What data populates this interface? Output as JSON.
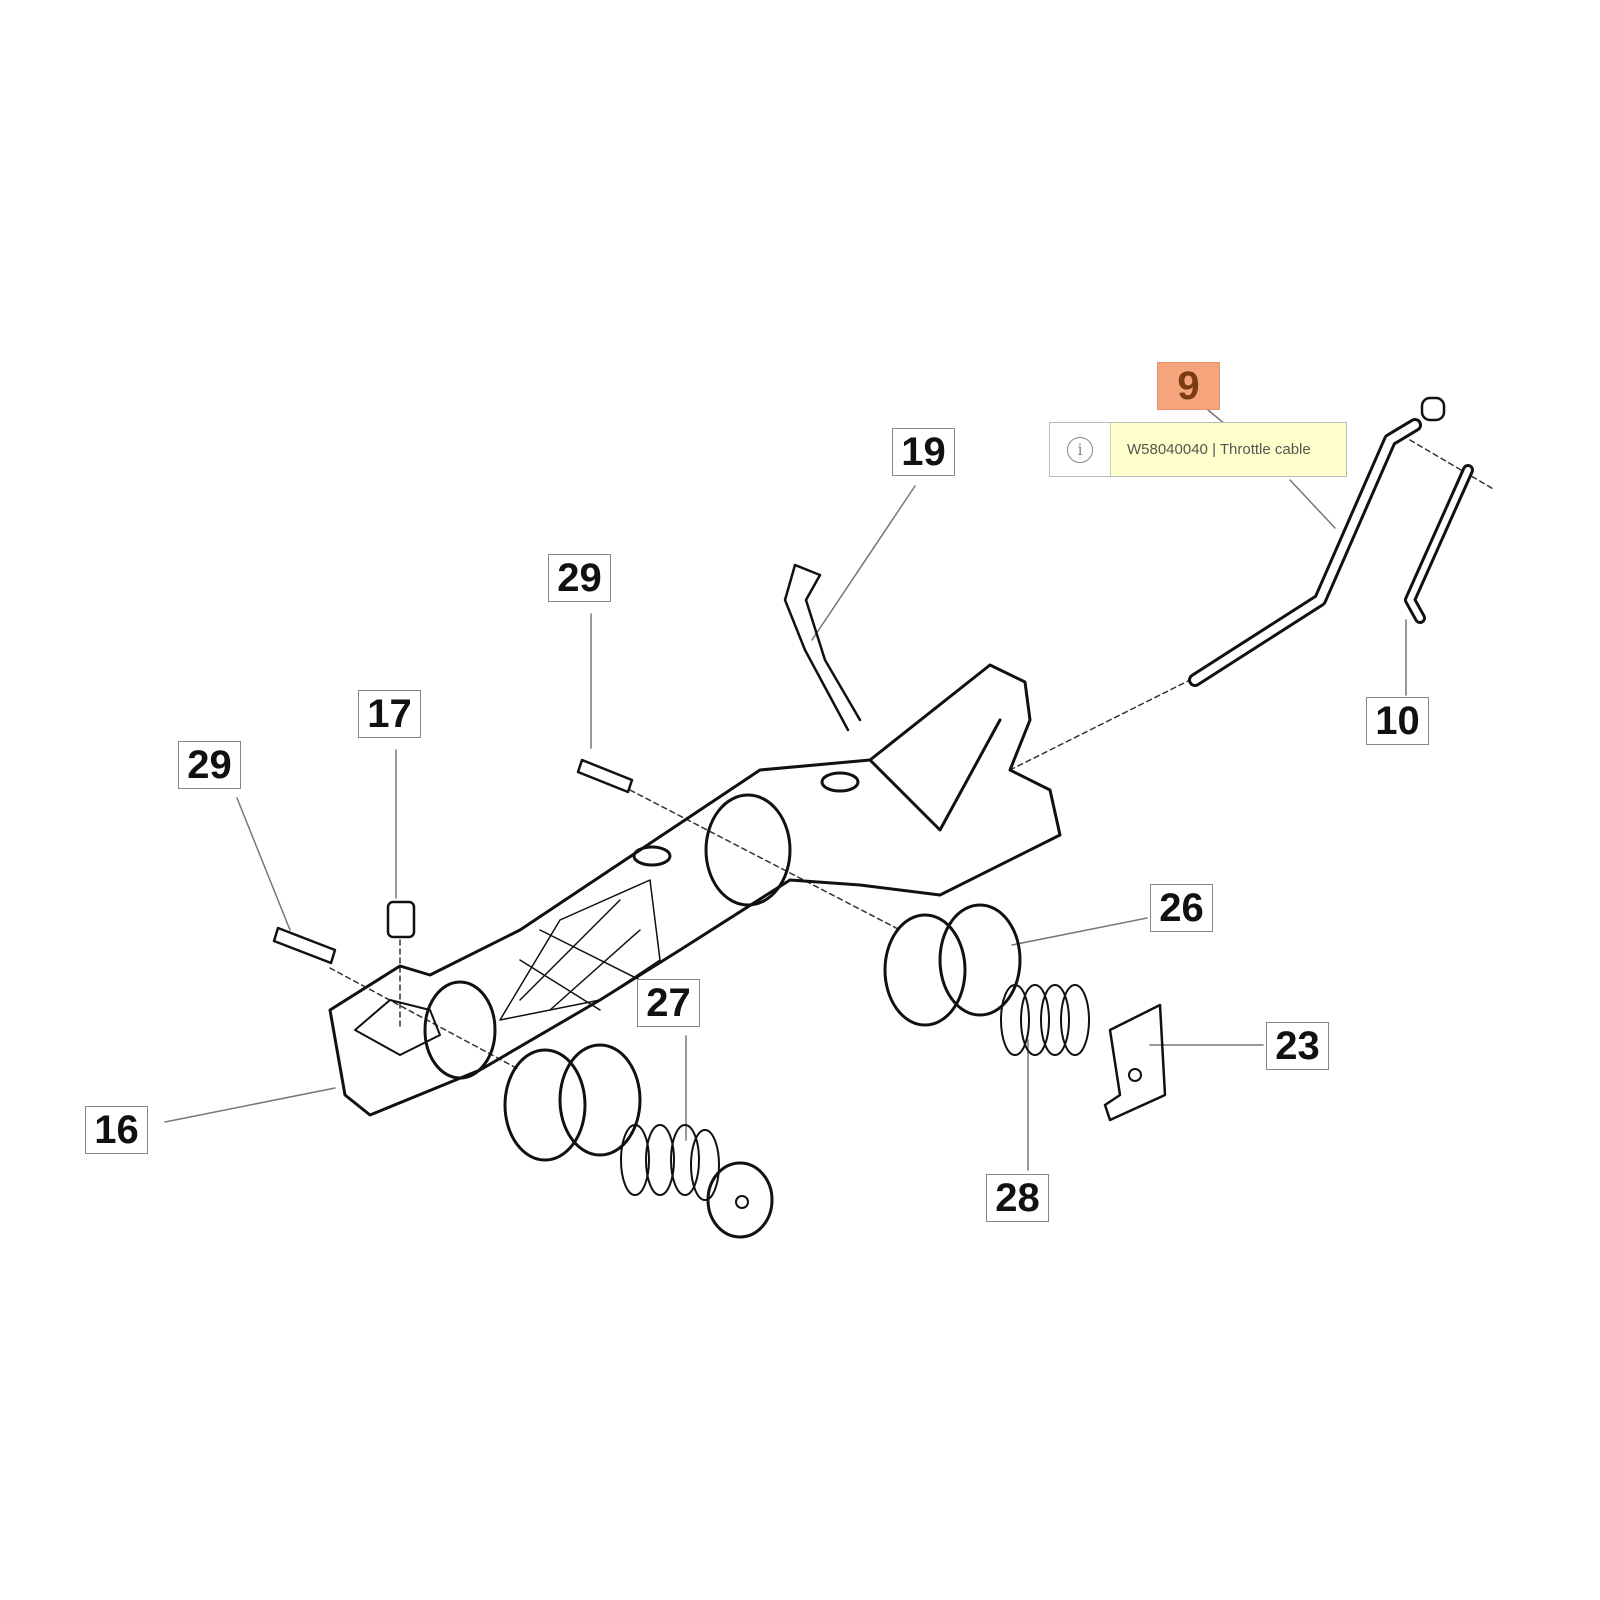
{
  "callouts": {
    "c9": "9",
    "c19": "19",
    "c29a": "29",
    "c17": "17",
    "c29b": "29",
    "c10": "10",
    "c26": "26",
    "c27": "27",
    "c23": "23",
    "c16": "16",
    "c28": "28"
  },
  "tooltip": {
    "icon": "info-icon",
    "symbol": "i",
    "text": "W58040040 | Throttle cable"
  },
  "colors": {
    "active_callout": "#f6a47c",
    "tooltip_bg": "#ffffcc"
  }
}
